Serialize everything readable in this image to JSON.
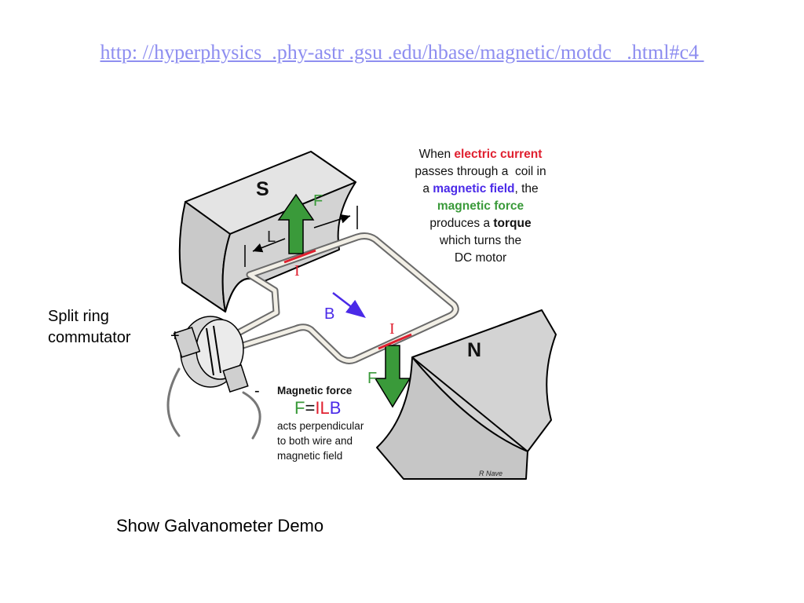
{
  "link": {
    "url": "http: //hyperphysics  .phy-astr .gsu .edu/hbase/magnetic/motdc   .html#c4 "
  },
  "labels": {
    "split_ring_line1": "Split ring",
    "split_ring_line2": "commutator",
    "plus": "+",
    "minus": "-",
    "pole_s": "S",
    "pole_n": "N",
    "force_top": "F",
    "force_bottom": "F",
    "length": "L",
    "current_top": "I",
    "current_bottom": "I",
    "field": "B"
  },
  "caption": {
    "line1_a": "When ",
    "line1_b": "electric current",
    "line2": "passes through a  coil in",
    "line3_a": "a ",
    "line3_b": "magnetic field",
    "line3_c": ", the",
    "line4": "magnetic force",
    "line5_a": "produces a ",
    "line5_b": "torque",
    "line6": "which turns the",
    "line7": "DC motor"
  },
  "force_box": {
    "title": "Magnetic force",
    "f": "F",
    "eq": "=",
    "i": "I",
    "l": "L",
    "b": "B",
    "line1": "acts perpendicular",
    "line2": "to both wire and",
    "line3": "magnetic field"
  },
  "credit": "R Nave",
  "demo": "Show Galvanometer Demo",
  "colors": {
    "magnet": "#d3d3d3",
    "wire": "#f2efe6",
    "force": "#3a9a3a",
    "current": "#e02030",
    "field": "#4a2ae8"
  }
}
